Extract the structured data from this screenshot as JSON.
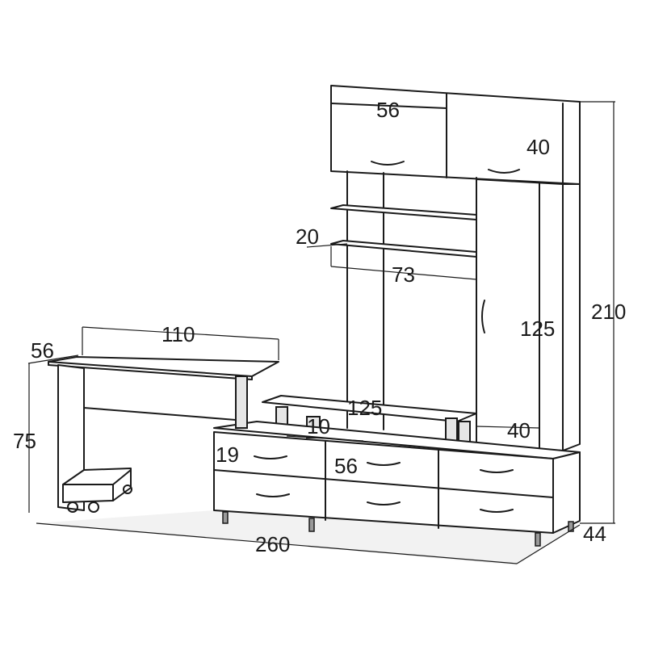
{
  "dimensions": {
    "desk_depth": "56",
    "desk_width": "110",
    "desk_height": "75",
    "top_cabinet_depth": "56",
    "top_cabinet_height": "40",
    "shelf_spacing": "20",
    "shelf_width": "73",
    "wardrobe_height": "125",
    "total_height": "210",
    "tv_shelf_width": "125",
    "tv_shelf_height": "10",
    "right_gap": "40",
    "drawer_height": "19",
    "drawer_depth": "56",
    "total_width": "260",
    "base_depth": "44"
  },
  "colors": {
    "line": "#1a1a1a",
    "floor": "#f2f2f2",
    "post": "#e6e6e6"
  }
}
